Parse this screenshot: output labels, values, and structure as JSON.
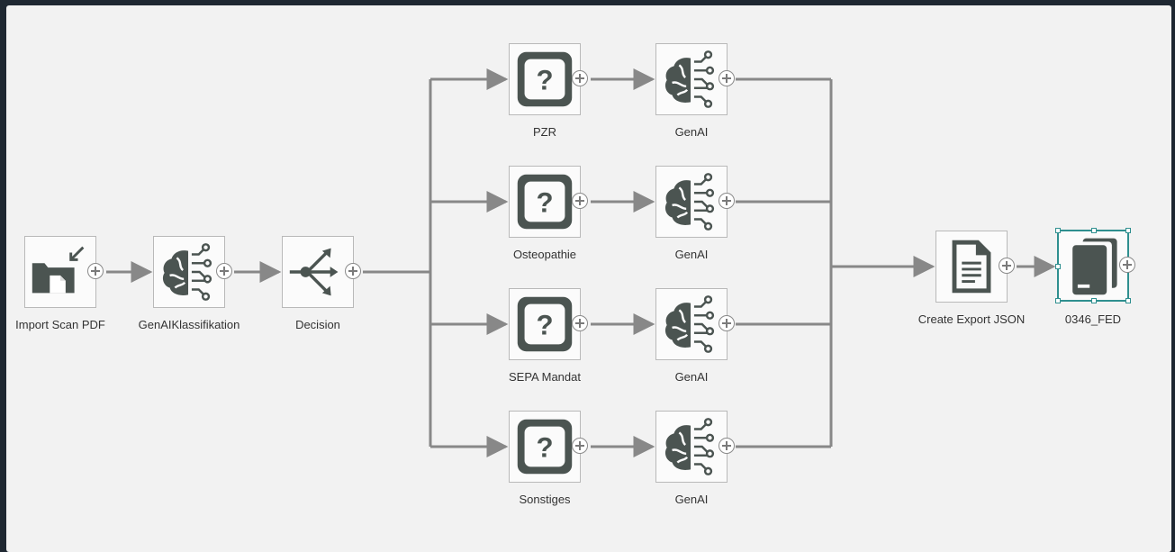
{
  "workflow": {
    "nodes": {
      "import": {
        "label": "Import Scan PDF",
        "icon": "folder-import-icon"
      },
      "classify": {
        "label": "GenAIKlassifikation",
        "icon": "ai-brain-icon"
      },
      "decision": {
        "label": "Decision",
        "icon": "branch-icon"
      },
      "pzr": {
        "label": "PZR",
        "icon": "question-icon"
      },
      "genai_1": {
        "label": "GenAI",
        "icon": "ai-brain-icon"
      },
      "osteopathie": {
        "label": "Osteopathie",
        "icon": "question-icon"
      },
      "genai_2": {
        "label": "GenAI",
        "icon": "ai-brain-icon"
      },
      "sepa": {
        "label": "SEPA Mandat",
        "icon": "question-icon"
      },
      "genai_3": {
        "label": "GenAI",
        "icon": "ai-brain-icon"
      },
      "sonstiges": {
        "label": "Sonstiges",
        "icon": "question-icon"
      },
      "genai_4": {
        "label": "GenAI",
        "icon": "ai-brain-icon"
      },
      "export": {
        "label": "Create Export JSON",
        "icon": "document-icon"
      },
      "fed": {
        "label": "0346_FED",
        "icon": "document-stack-icon",
        "selected": true
      }
    },
    "colors": {
      "icon": "#4b5451",
      "connector": "#888888",
      "selection": "#2f8f8f",
      "canvas": "#f2f2f2",
      "frame": "#1f2832"
    }
  }
}
